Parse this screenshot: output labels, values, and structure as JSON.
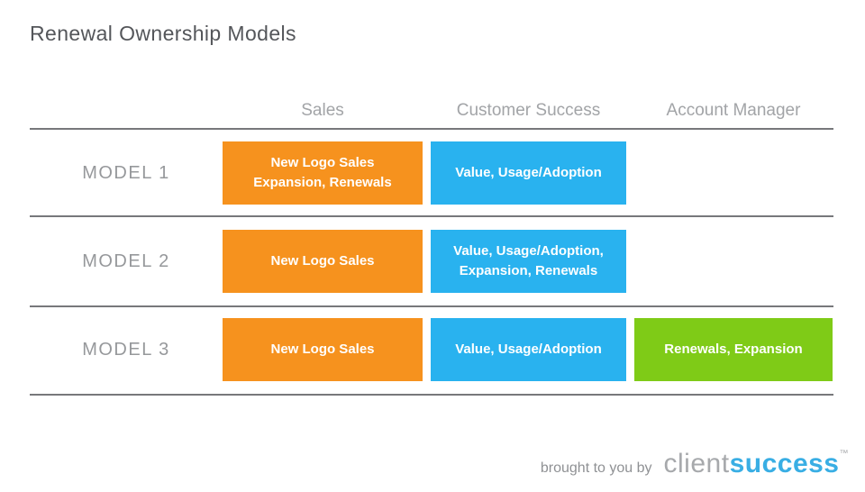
{
  "title": "Renewal Ownership Models",
  "columns": [
    "Sales",
    "Customer Success",
    "Account Manager"
  ],
  "rows": [
    {
      "label": "MODEL 1",
      "sales": "New Logo Sales\nExpansion, Renewals",
      "customer_success": "Value, Usage/Adoption",
      "account_manager": ""
    },
    {
      "label": "MODEL 2",
      "sales": "New Logo Sales",
      "customer_success": "Value, Usage/Adoption,\nExpansion, Renewals",
      "account_manager": ""
    },
    {
      "label": "MODEL 3",
      "sales": "New Logo Sales",
      "customer_success": "Value, Usage/Adoption",
      "account_manager": "Renewals, Expansion"
    }
  ],
  "colors": {
    "orange": "#f6921e",
    "blue": "#29b2ef",
    "green": "#7fcb17",
    "logo_blue": "#39aee4",
    "divider_gray": "#77787b"
  },
  "footer": {
    "tagline": "brought to you by",
    "brand_light": "client",
    "brand_bold": "success",
    "trademark": "™"
  }
}
